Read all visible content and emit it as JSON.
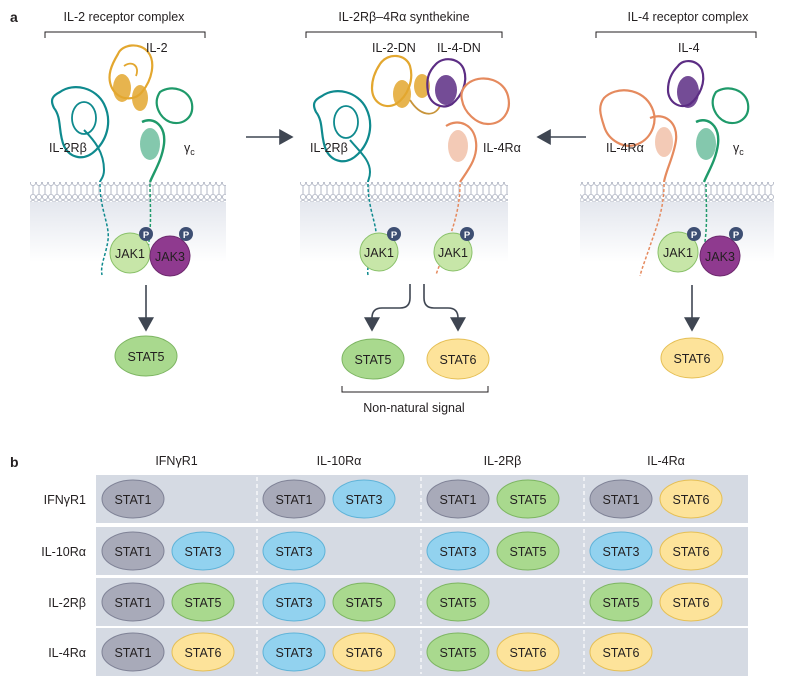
{
  "panel_a": {
    "letter": "a",
    "left_title": "IL-2 receptor complex",
    "mid_title": "IL-2Rβ–4Rα synthekine",
    "right_title": "IL-4 receptor complex",
    "left": {
      "ligand": "IL-2",
      "receptor1": "IL-2Rβ",
      "receptor2": "γ",
      "receptor2_sub": "c",
      "jak_a": "JAK1",
      "jak_b": "JAK3",
      "stat": "STAT5"
    },
    "mid": {
      "ligand1": "IL-2-DN",
      "ligand2": "IL-4-DN",
      "receptor1": "IL-2Rβ",
      "receptor2": "IL-4Rα",
      "jak_a": "JAK1",
      "jak_b": "JAK1",
      "stat_a": "STAT5",
      "stat_b": "STAT6",
      "note": "Non-natural signal"
    },
    "right": {
      "ligand": "IL-4",
      "receptor1": "IL-4Rα",
      "receptor2": "γ",
      "receptor2_sub": "c",
      "jak_a": "JAK1",
      "jak_b": "JAK3",
      "stat": "STAT6"
    },
    "phospho": "P"
  },
  "panel_b": {
    "letter": "b",
    "columns": [
      "IFNγR1",
      "IL-10Rα",
      "IL-2Rβ",
      "IL-4Rα"
    ],
    "rows": [
      {
        "label": "IFNγR1",
        "cells": [
          [
            "STAT1"
          ],
          [
            "STAT1",
            "STAT3"
          ],
          [
            "STAT1",
            "STAT5"
          ],
          [
            "STAT1",
            "STAT6"
          ]
        ]
      },
      {
        "label": "IL-10Rα",
        "cells": [
          [
            "STAT1",
            "STAT3"
          ],
          [
            "STAT3"
          ],
          [
            "STAT3",
            "STAT5"
          ],
          [
            "STAT3",
            "STAT6"
          ]
        ]
      },
      {
        "label": "IL-2Rβ",
        "cells": [
          [
            "STAT1",
            "STAT5"
          ],
          [
            "STAT3",
            "STAT5"
          ],
          [
            "STAT5"
          ],
          [
            "STAT5",
            "STAT6"
          ]
        ]
      },
      {
        "label": "IL-4Rα",
        "cells": [
          [
            "STAT1",
            "STAT6"
          ],
          [
            "STAT3",
            "STAT6"
          ],
          [
            "STAT5",
            "STAT6"
          ],
          [
            "STAT6"
          ]
        ]
      }
    ]
  },
  "colors": {
    "il2": "#e3a72f",
    "il2rb": "#0f8a8e",
    "gammac": "#1f9a6a",
    "il4": "#5c2d84",
    "il4ra": "#e58a5e",
    "jak1": "#c7e6a8",
    "jak3": "#8f3a8f",
    "phospho": "#3e4f73",
    "stat1": "#a8aab9",
    "stat3": "#92d2ef",
    "stat5": "#a9d98e",
    "stat6": "#fde39a",
    "table_row": "#d5dae3",
    "membrane": "#c9cdd8",
    "arrow": "#3f4652"
  }
}
